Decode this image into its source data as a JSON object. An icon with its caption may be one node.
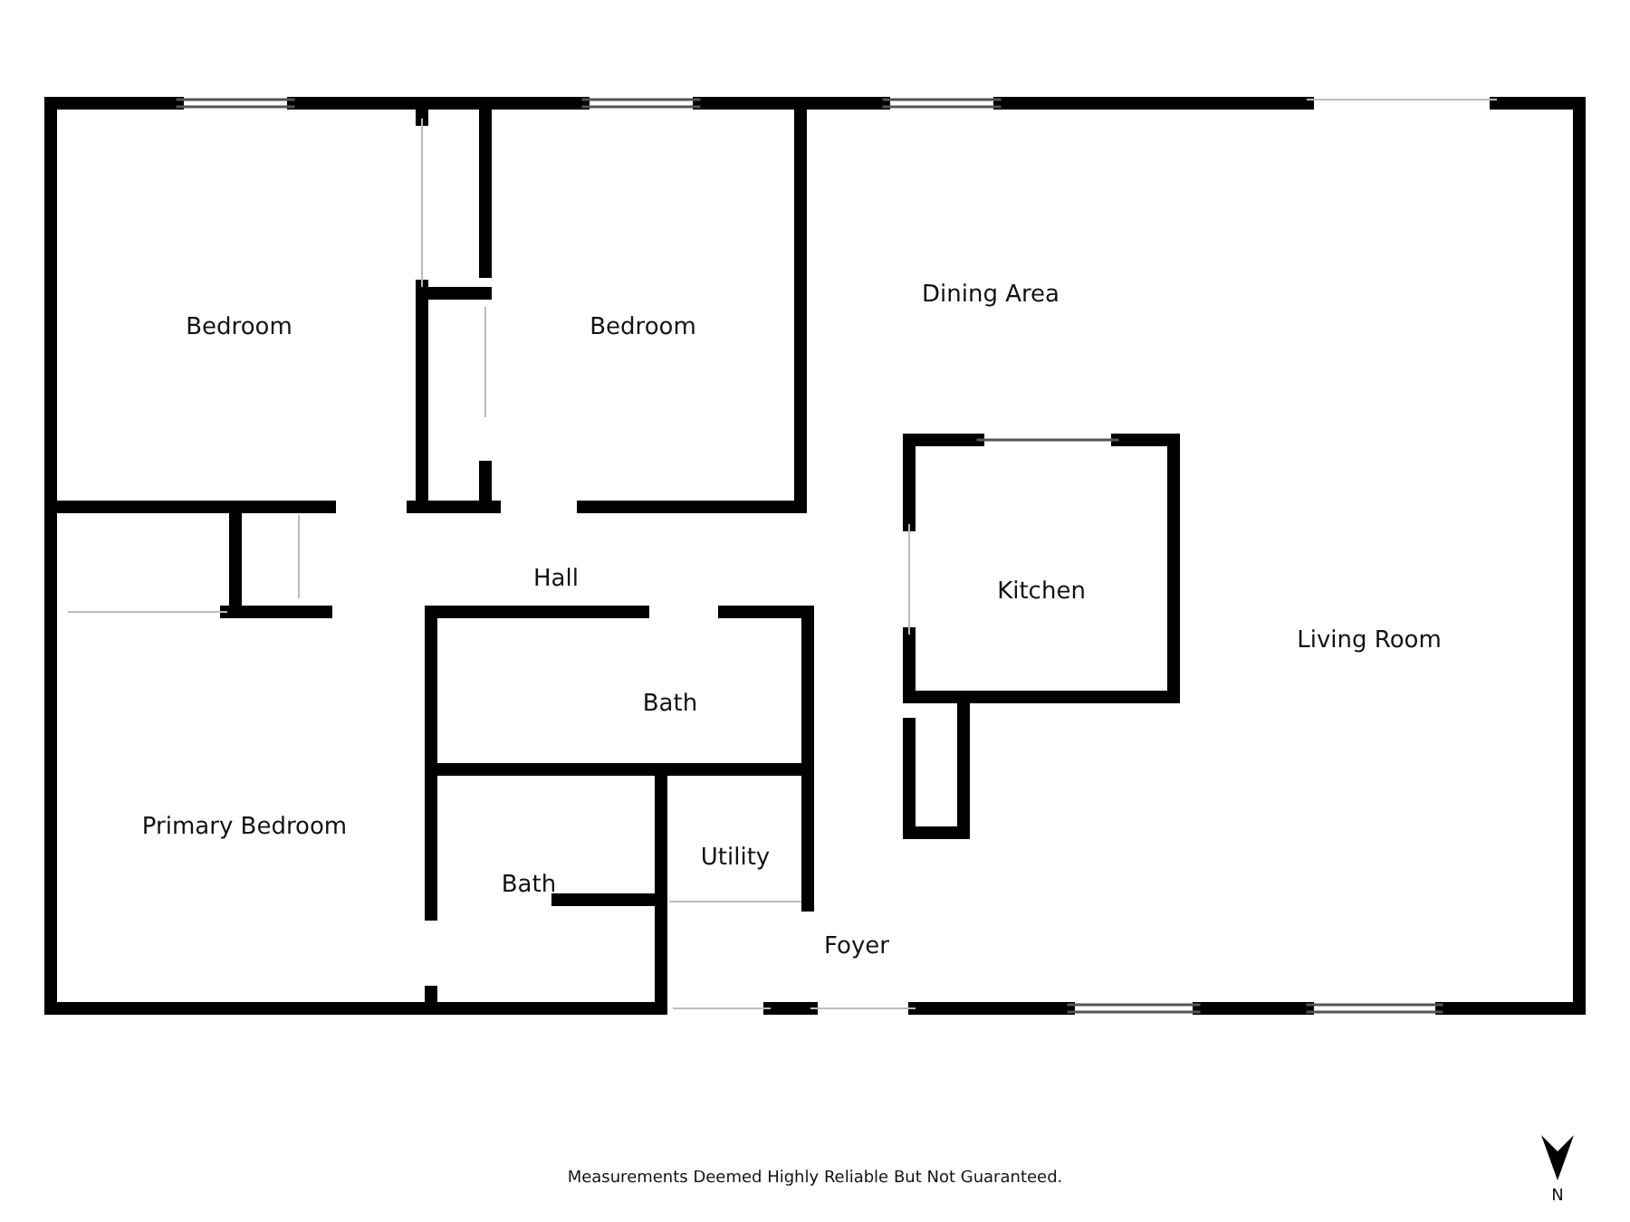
{
  "diagram": {
    "caption": "Measurements Deemed Highly Reliable But Not Guaranteed.",
    "labels": [
      "Bedroom",
      "Bedroom",
      "Dining Area",
      "Hall",
      "Kitchen",
      "Living Room",
      "Bath",
      "Primary Bedroom",
      "Utility",
      "Bath",
      "Foyer",
      "N"
    ]
  }
}
